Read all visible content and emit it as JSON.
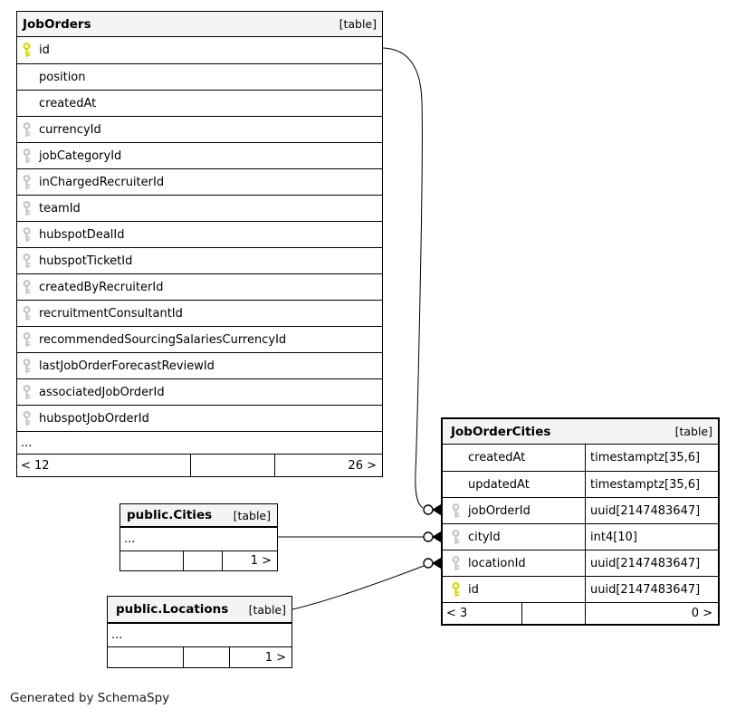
{
  "diagram": {
    "generated_by": "Generated by SchemaSpy"
  },
  "colors": {
    "background": "#ffffff",
    "header_bg": "#f4f4f4",
    "border": "#000000",
    "pk_key_color": "#d9d900",
    "fk_key_color": "#c6c6c6"
  },
  "tables": {
    "jobOrders": {
      "title": "JobOrders",
      "tag": "[table]",
      "columns": [
        {
          "name": "id",
          "key": "pk"
        },
        {
          "name": "position"
        },
        {
          "name": "createdAt"
        },
        {
          "name": "currencyId",
          "key": "fk"
        },
        {
          "name": "jobCategoryId",
          "key": "fk"
        },
        {
          "name": "inChargedRecruiterId",
          "key": "fk"
        },
        {
          "name": "teamId",
          "key": "fk"
        },
        {
          "name": "hubspotDealId",
          "key": "fk"
        },
        {
          "name": "hubspotTicketId",
          "key": "fk"
        },
        {
          "name": "createdByRecruiterId",
          "key": "fk"
        },
        {
          "name": "recruitmentConsultantId",
          "key": "fk"
        },
        {
          "name": "recommendedSourcingSalariesCurrencyId",
          "key": "fk"
        },
        {
          "name": "lastJobOrderForecastReviewId",
          "key": "fk"
        },
        {
          "name": "associatedJobOrderId",
          "key": "fk"
        },
        {
          "name": "hubspotJobOrderId",
          "key": "fk"
        }
      ],
      "ellipsis": "...",
      "footer": {
        "left": "< 12",
        "middle": "",
        "right": "26 >"
      }
    },
    "jobOrderCities": {
      "title": "JobOrderCities",
      "tag": "[table]",
      "columns": [
        {
          "name": "createdAt",
          "type": "timestamptz[35,6]"
        },
        {
          "name": "updatedAt",
          "type": "timestamptz[35,6]"
        },
        {
          "name": "jobOrderId",
          "key": "fk",
          "type": "uuid[2147483647]"
        },
        {
          "name": "cityId",
          "key": "fk",
          "type": "int4[10]"
        },
        {
          "name": "locationId",
          "key": "fk",
          "type": "uuid[2147483647]"
        },
        {
          "name": "id",
          "key": "pk",
          "type": "uuid[2147483647]"
        }
      ],
      "footer": {
        "left": "< 3",
        "middle": "",
        "right": "0 >"
      }
    },
    "cities": {
      "title": "public.Cities",
      "tag": "[table]",
      "ellipsis": "...",
      "footer": {
        "left": "",
        "middle": "",
        "right": "1 >"
      }
    },
    "locations": {
      "title": "public.Locations",
      "tag": "[table]",
      "ellipsis": "...",
      "footer": {
        "left": "",
        "middle": "",
        "right": "1 >"
      }
    }
  },
  "relationships": [
    {
      "from": "JobOrders.id",
      "to": "JobOrderCities.jobOrderId"
    },
    {
      "from": "public.Cities",
      "to": "JobOrderCities.cityId"
    },
    {
      "from": "public.Locations",
      "to": "JobOrderCities.locationId"
    }
  ]
}
